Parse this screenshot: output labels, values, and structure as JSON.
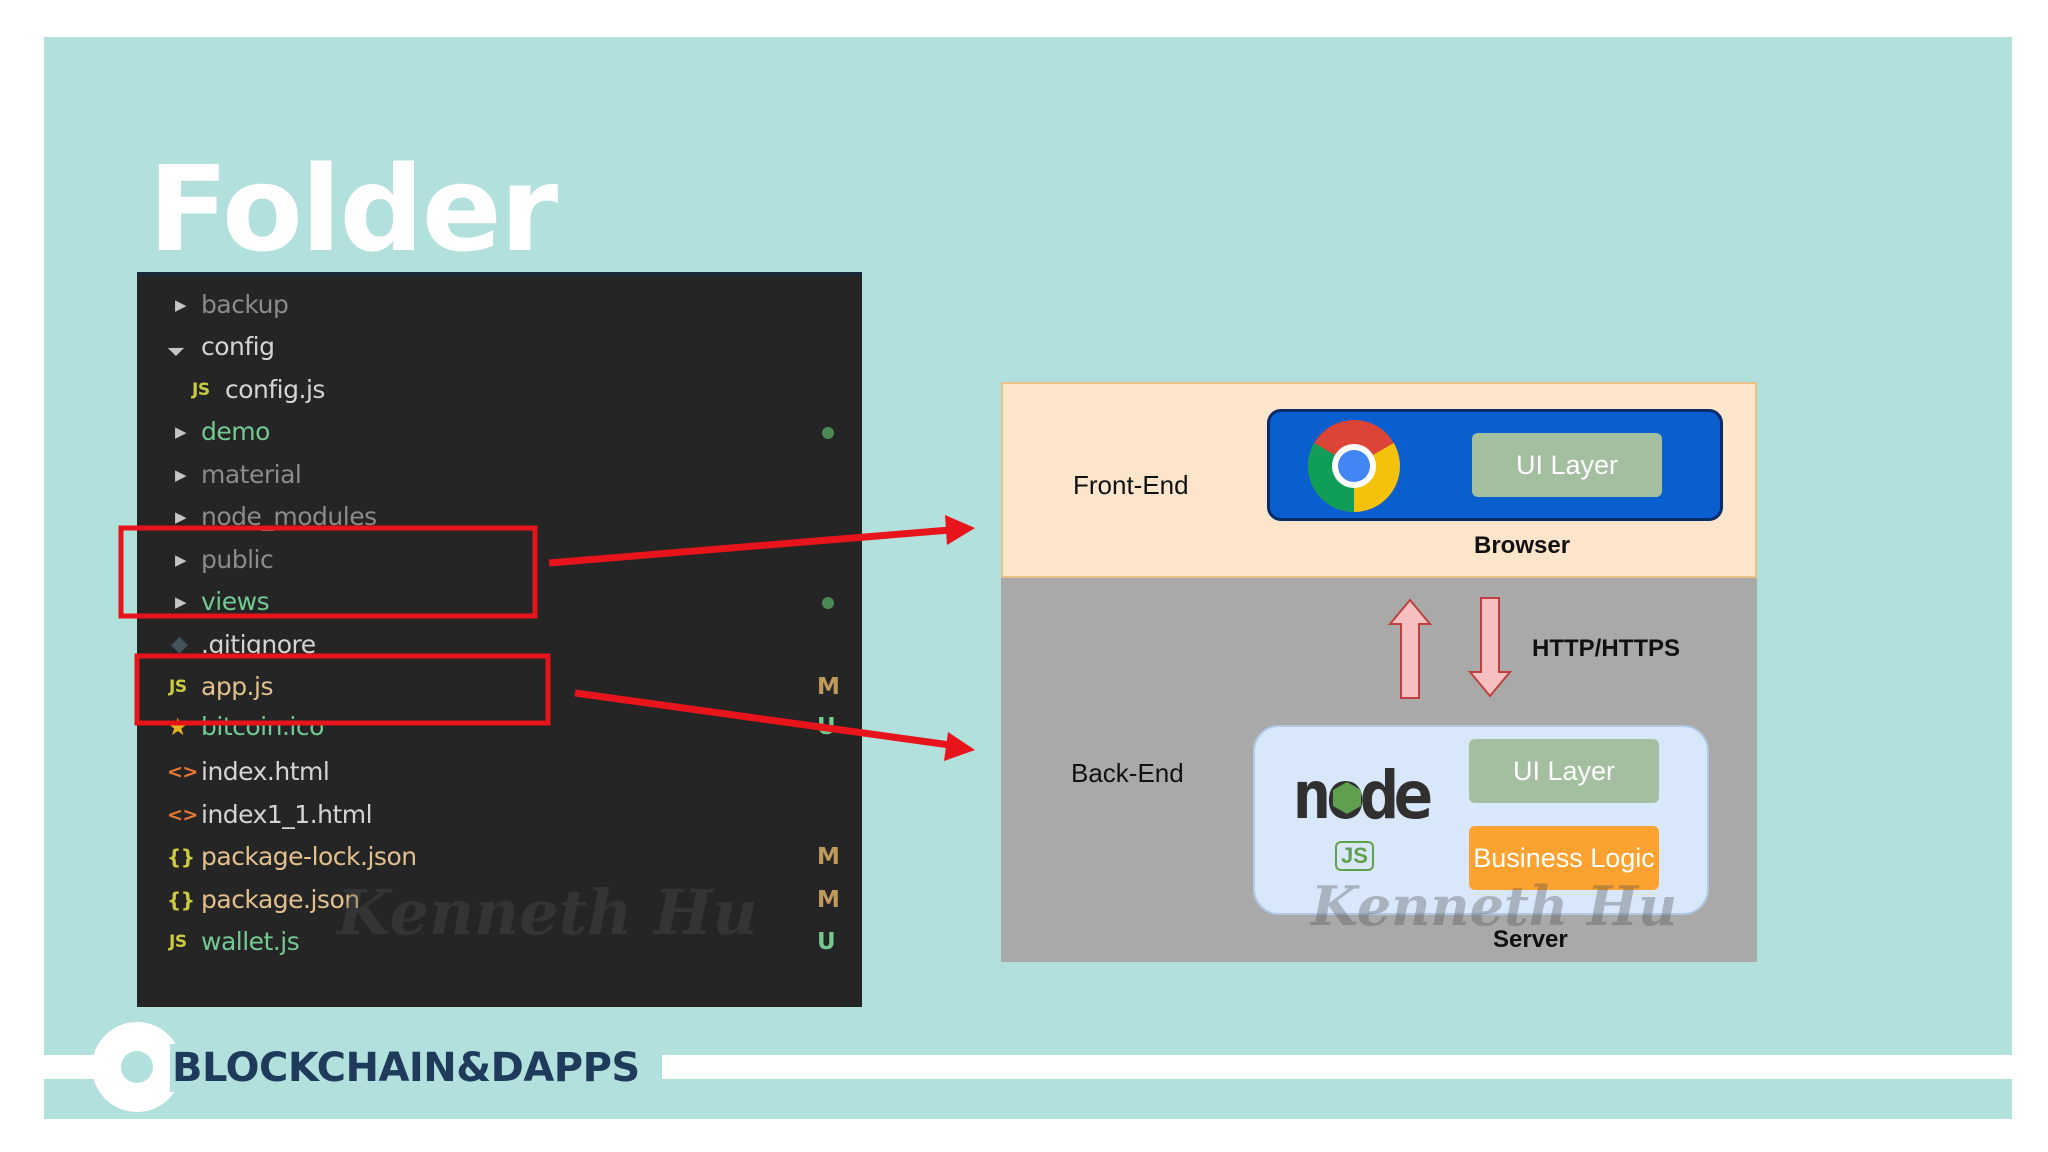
{
  "slide": {
    "title": "Folder",
    "footer": "BLOCKCHAIN&DAPPS",
    "watermark": "Kenneth Hu"
  },
  "explorer": {
    "items": [
      {
        "name": "backup",
        "type": "folder",
        "expanded": false,
        "dim": true
      },
      {
        "name": "config",
        "type": "folder",
        "expanded": true
      },
      {
        "name": "config.js",
        "type": "js",
        "icon": "JS"
      },
      {
        "name": "demo",
        "type": "folder",
        "expanded": false,
        "color": "green",
        "dot": true
      },
      {
        "name": "material",
        "type": "folder",
        "expanded": false,
        "dim": true
      },
      {
        "name": "node_modules",
        "type": "folder",
        "expanded": false,
        "dim": true
      },
      {
        "name": "public",
        "type": "folder",
        "expanded": false,
        "dim": true
      },
      {
        "name": "views",
        "type": "folder",
        "expanded": false,
        "color": "green",
        "dot": true
      },
      {
        "name": ".gitignore",
        "type": "git"
      },
      {
        "name": "app.js",
        "type": "js",
        "icon": "JS",
        "color": "gold",
        "status": "M"
      },
      {
        "name": "bitcoin.ico",
        "type": "ico",
        "color": "green",
        "status": "U"
      },
      {
        "name": "index.html",
        "type": "html",
        "icon": "<>"
      },
      {
        "name": "index1_1.html",
        "type": "html",
        "icon": "<>"
      },
      {
        "name": "package-lock.json",
        "type": "json",
        "icon": "{}",
        "color": "gold",
        "status": "M"
      },
      {
        "name": "package.json",
        "type": "json",
        "icon": "{}",
        "color": "gold",
        "status": "M"
      },
      {
        "name": "wallet.js",
        "type": "js",
        "icon": "JS",
        "color": "green",
        "status": "U"
      }
    ]
  },
  "diagram": {
    "frontend_label": "Front-End",
    "browser_ui_layer": "UI Layer",
    "browser_caption": "Browser",
    "protocol_label": "HTTP/HTTPS",
    "backend_label": "Back-End",
    "server_ui_layer": "UI Layer",
    "business_logic": "Business Logic",
    "server_caption": "Server",
    "node_logo_text": "node",
    "node_logo_js": "JS"
  },
  "colors": {
    "slide_bg": "#b2e0dd",
    "highlight": "#e8141b",
    "frontend_bg": "#fde5cc",
    "backend_bg": "#a9a9a9",
    "browser_box": "#0a5fcf",
    "ui_layer_btn": "#a4bfa0",
    "business_logic_btn": "#fca230",
    "footer_text": "#1f3b5c"
  }
}
